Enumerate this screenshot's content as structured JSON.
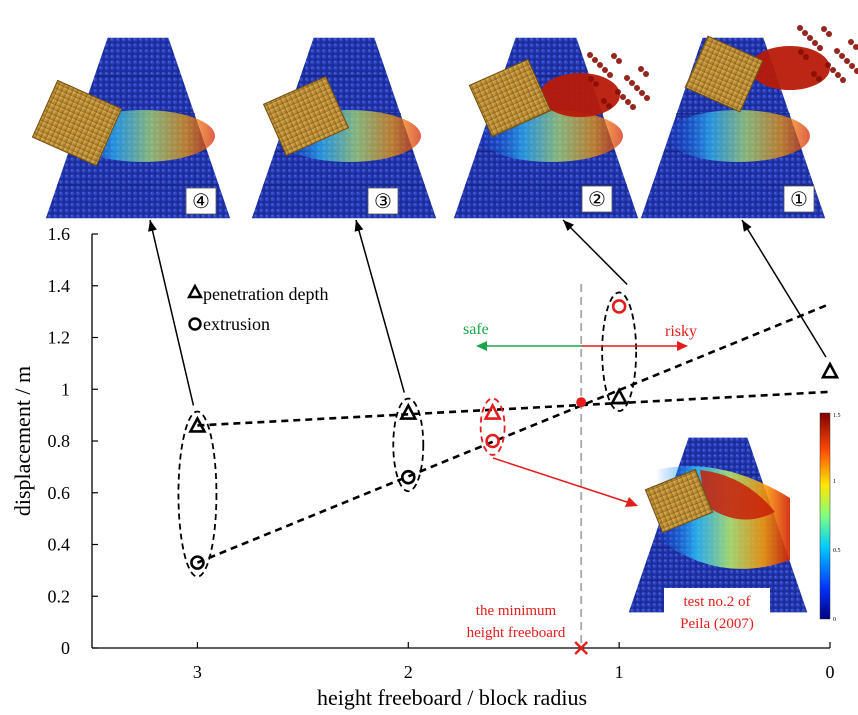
{
  "chart_data": {
    "type": "scatter",
    "xlabel": "height freeboard / block radius",
    "ylabel": "displacement / m",
    "xlim": [
      3.5,
      0
    ],
    "ylim": [
      0,
      1.6
    ],
    "x_ticks": [
      3,
      2,
      1,
      0
    ],
    "x_tick_labels": [
      "3",
      "2",
      "1",
      "0"
    ],
    "y_ticks": [
      0,
      0.2,
      0.4,
      0.6,
      0.8,
      1,
      1.2,
      1.4,
      1.6
    ],
    "y_tick_labels": [
      "0",
      "0.2",
      "0.4",
      "0.6",
      "0.8",
      "1",
      "1.2",
      "1.4",
      "1.6"
    ],
    "grid": false,
    "legend_position": "upper-left",
    "series": [
      {
        "name": "penetration depth",
        "marker": "triangle",
        "points": [
          {
            "x": 3,
            "y": 0.86
          },
          {
            "x": 2,
            "y": 0.91
          },
          {
            "x": 1,
            "y": 0.97
          },
          {
            "x": 0,
            "y": 1.07
          }
        ]
      },
      {
        "name": "extrusion",
        "marker": "circle",
        "points": [
          {
            "x": 3,
            "y": 0.33
          },
          {
            "x": 2,
            "y": 0.66
          },
          {
            "x": 1,
            "y": 1.32
          }
        ]
      }
    ],
    "test_points": [
      {
        "marker": "triangle",
        "x": 1.6,
        "y": 0.91
      },
      {
        "marker": "circle",
        "x": 1.6,
        "y": 0.8
      }
    ],
    "fit_lines": [
      {
        "x1": 3,
        "y1": 0.86,
        "x2": 0,
        "y2": 0.99
      },
      {
        "x1": 3,
        "y1": 0.33,
        "x2": 0,
        "y2": 1.33
      }
    ],
    "threshold": {
      "x": 1.18,
      "y": 0.95,
      "label_line1": "the minimum",
      "label_line2": "height freeboard"
    },
    "zones": {
      "safe_label": "safe",
      "risky_label": "risky"
    },
    "insets": [
      {
        "label": "④",
        "target_x": 3
      },
      {
        "label": "③",
        "target_x": 2
      },
      {
        "label": "②",
        "target_x": 1
      },
      {
        "label": "①",
        "target_x": 0
      }
    ],
    "test_inset": {
      "label_line1": "test no.2 of",
      "label_line2": "Peila (2007)"
    },
    "colorbar_ticks": [
      "1.5",
      "1",
      "0.5",
      "0"
    ]
  },
  "colors": {
    "marker_black": "#000000",
    "test_red": "#e41c1c",
    "safe_green": "#1aa64a",
    "threshold_gray": "#a8a8a8",
    "particle_blue": "#1d2fa3"
  }
}
